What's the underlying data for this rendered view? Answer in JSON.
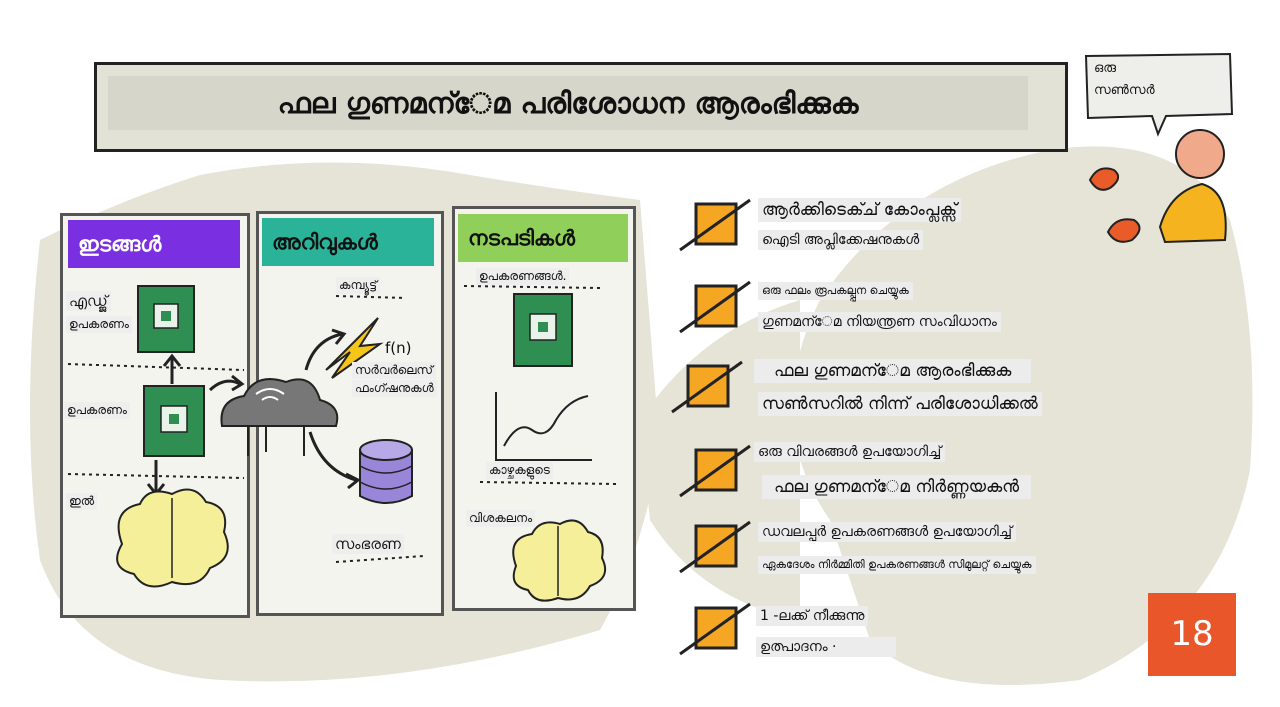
{
  "title": "ഫല ഗുണമന്േമ പരിശോധന ആരംഭിക്കുക",
  "speech_bubble": [
    "ഒരു",
    "സൺസർ"
  ],
  "columns": [
    {
      "heading": "ഇടങ്ങൾ",
      "color": "#7a2fe0",
      "labels": [
        "എഡ്ജ്",
        "ഉപകരണം",
        "ഉപകരണം",
        "ഇൽ"
      ]
    },
    {
      "heading": "അറിവുകൾ",
      "color": "#2bb39a",
      "labels": [
        "കമ്പ്യൂട്ട്",
        "f(n)",
        "സർവർലെസ്",
        "ഫംഗ്ഷനുകൾ",
        "സംഭരണ"
      ]
    },
    {
      "heading": "നടപടികൾ",
      "color": "#8fcf5a",
      "labels": [
        "ഉപകരണങ്ങൾ.",
        "കാഴ്ചകളുടെ",
        "വിശകലനം"
      ]
    }
  ],
  "steps": [
    {
      "line1": "ആർക്കിടെക്ച് കോംപ്ലക്സ്",
      "line2": "ഐടി അപ്ലിക്കേഷനുകൾ"
    },
    {
      "line1": "ഒരു ഫലം രൂപകല്പ്പന ചെയ്യുക",
      "line2": "ഗുണമന്േമ നിയന്ത്രണ സംവിധാനം"
    },
    {
      "line1": "ഫല ഗുണമന്േമ ആരംഭിക്കുക",
      "line2": "സൺസറിൽ നിന്ന് പരിശോധിക്കൽ"
    },
    {
      "line1": "ഒരു വിവരങ്ങൾ ഉപയോഗിച്ച്",
      "line2": "ഫല ഗുണമന്േമ നിർണ്ണയകൻ"
    },
    {
      "line1": "ഡവലപ്പർ ഉപകരണങ്ങൾ ഉപയോഗിച്ച്",
      "line2": "ഏകദേശം നിർമ്മിതി ഉപകരണങ്ങൾ സിമുലറ്റ് ചെയ്യുക"
    },
    {
      "line1": "1 -ലക്ക് നീക്കുന്നു",
      "line2": "ഉത്പാദനം ·"
    }
  ],
  "page_number": "18",
  "colors": {
    "accent": "#f5a623",
    "badge": "#e8562a",
    "blob": "#e6e4d6"
  }
}
